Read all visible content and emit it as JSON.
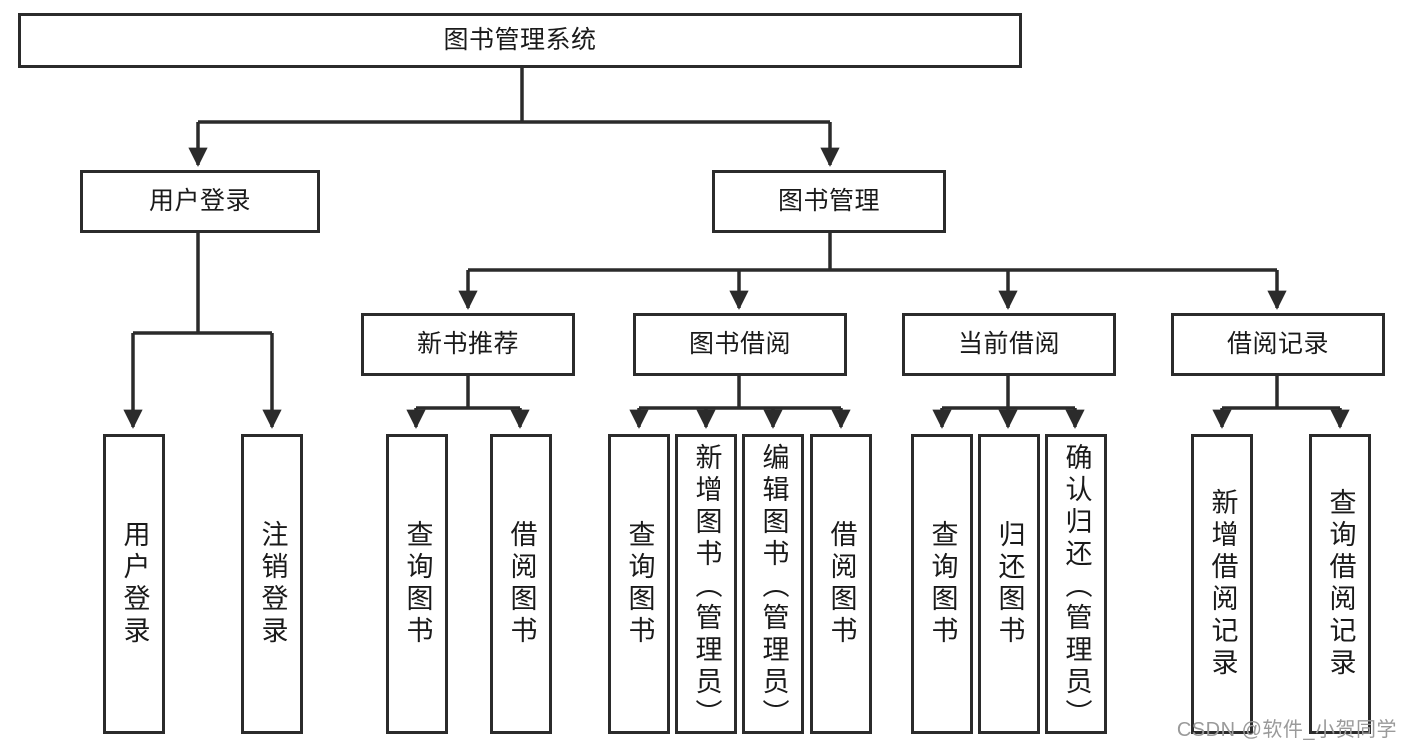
{
  "diagram": {
    "title": "图书管理系统",
    "type": "tree-hierarchy",
    "root": {
      "id": "root",
      "label": "图书管理系统"
    },
    "level1": [
      {
        "id": "user-login",
        "label": "用户登录"
      },
      {
        "id": "book-manage",
        "label": "图书管理"
      }
    ],
    "level2": [
      {
        "id": "new-book-rec",
        "label": "新书推荐",
        "parent": "book-manage"
      },
      {
        "id": "book-borrow",
        "label": "图书借阅",
        "parent": "book-manage"
      },
      {
        "id": "current-borrow",
        "label": "当前借阅",
        "parent": "book-manage"
      },
      {
        "id": "borrow-record",
        "label": "借阅记录",
        "parent": "book-manage"
      }
    ],
    "leaves": [
      {
        "id": "leaf-user-login",
        "label": "用户登录",
        "parent": "user-login"
      },
      {
        "id": "leaf-user-logout",
        "label": "注销登录",
        "parent": "user-login"
      },
      {
        "id": "leaf-query-book-1",
        "label": "查询图书",
        "parent": "new-book-rec"
      },
      {
        "id": "leaf-borrow-book-1",
        "label": "借阅图书",
        "parent": "new-book-rec"
      },
      {
        "id": "leaf-query-book-2",
        "label": "查询图书",
        "parent": "book-borrow"
      },
      {
        "id": "leaf-add-book",
        "label": "新增图书（管理员）",
        "parent": "book-borrow"
      },
      {
        "id": "leaf-edit-book",
        "label": "编辑图书（管理员）",
        "parent": "book-borrow"
      },
      {
        "id": "leaf-borrow-book-2",
        "label": "借阅图书",
        "parent": "book-borrow"
      },
      {
        "id": "leaf-query-book-3",
        "label": "查询图书",
        "parent": "current-borrow"
      },
      {
        "id": "leaf-return-book",
        "label": "归还图书",
        "parent": "current-borrow"
      },
      {
        "id": "leaf-confirm-return",
        "label": "确认归还（管理员）",
        "parent": "current-borrow"
      },
      {
        "id": "leaf-add-record",
        "label": "新增借阅记录",
        "parent": "borrow-record"
      },
      {
        "id": "leaf-query-record",
        "label": "查询借阅记录",
        "parent": "borrow-record"
      }
    ]
  },
  "watermark": {
    "text": "CSDN @软件_小贺同学"
  },
  "colors": {
    "stroke": "#2b2b2b",
    "background": "#ffffff",
    "text": "#1a1a1a",
    "watermark": "#9a9a9a"
  }
}
